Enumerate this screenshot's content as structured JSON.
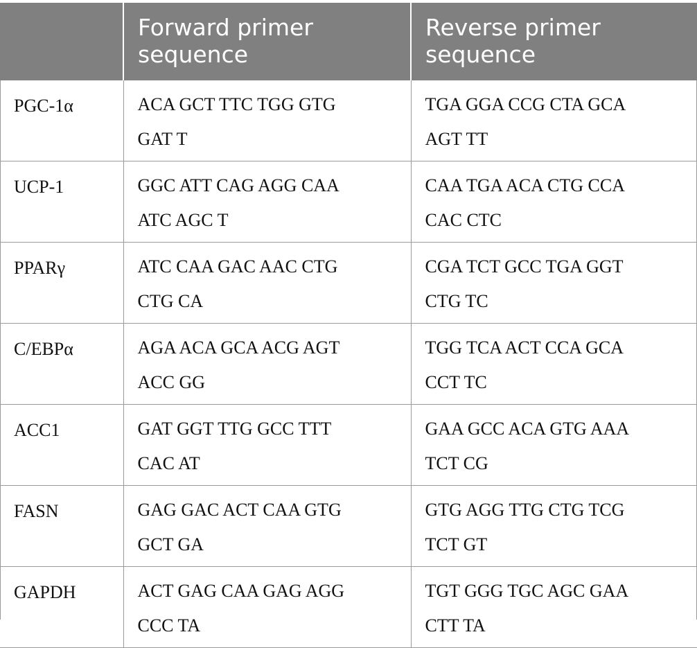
{
  "table": {
    "headers": [
      "",
      "Forward primer sequence",
      "Reverse primer sequence"
    ],
    "rows": [
      {
        "gene": "PGC-1α",
        "forward": "ACA GCT TTC TGG GTG GAT T",
        "reverse": "TGA GGA CCG CTA GCA AGT TT"
      },
      {
        "gene": "UCP-1",
        "forward": "GGC ATT CAG AGG CAA ATC AGC T",
        "reverse": "CAA TGA ACA CTG CCA CAC CTC"
      },
      {
        "gene": "PPARγ",
        "forward": "ATC CAA GAC AAC CTG CTG CA",
        "reverse": "CGA TCT GCC TGA GGT CTG TC"
      },
      {
        "gene": "C/EBPα",
        "forward": "AGA ACA GCA ACG AGT ACC GG",
        "reverse": "TGG TCA ACT CCA GCA CCT TC"
      },
      {
        "gene": "ACC1",
        "forward": "GAT GGT TTG GCC TTT CAC AT",
        "reverse": "GAA GCC ACA GTG AAA TCT CG"
      },
      {
        "gene": "FASN",
        "forward": "GAG GAC ACT CAA GTG GCT GA",
        "reverse": "GTG AGG TTG CTG TCG TCT GT"
      },
      {
        "gene": "GAPDH",
        "forward": "ACT GAG CAA GAG AGG CCC TA",
        "reverse": "TGT GGG TGC AGC GAA CTT TA"
      }
    ]
  }
}
